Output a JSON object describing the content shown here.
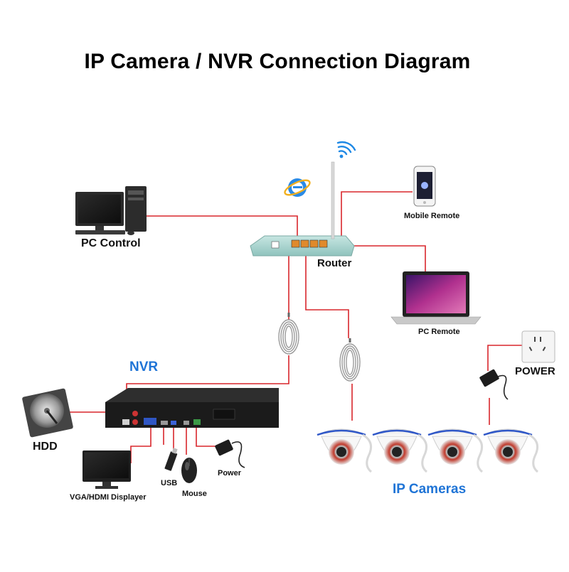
{
  "title": "IP Camera / NVR Connection Diagram",
  "labels": {
    "pc_control": "PC Control",
    "router": "Router",
    "mobile_remote": "Mobile Remote",
    "pc_remote": "PC Remote",
    "nvr": "NVR",
    "hdd": "HDD",
    "vga_hdmi": "VGA/HDMI Displayer",
    "usb": "USB",
    "mouse": "Mouse",
    "power_small": "Power",
    "power": "POWER",
    "ip_cameras": "IP Cameras"
  },
  "colors": {
    "cable": "#d9262c",
    "title": "#000000",
    "accent_blue": "#1f74d6",
    "router_body": "#a9d4cf",
    "router_port": "#e08a2c",
    "nvr_body": "#1b1b1b",
    "camera_ring": "#2f57c8"
  },
  "icons": [
    "pc-tower-icon",
    "router-icon",
    "wifi-icon",
    "ie-browser-icon",
    "smartphone-icon",
    "laptop-icon",
    "coiled-cable-icon",
    "nvr-box-icon",
    "hard-drive-icon",
    "monitor-icon",
    "usb-stick-icon",
    "mouse-icon",
    "power-adapter-icon",
    "wall-socket-icon",
    "dome-camera-icon"
  ]
}
